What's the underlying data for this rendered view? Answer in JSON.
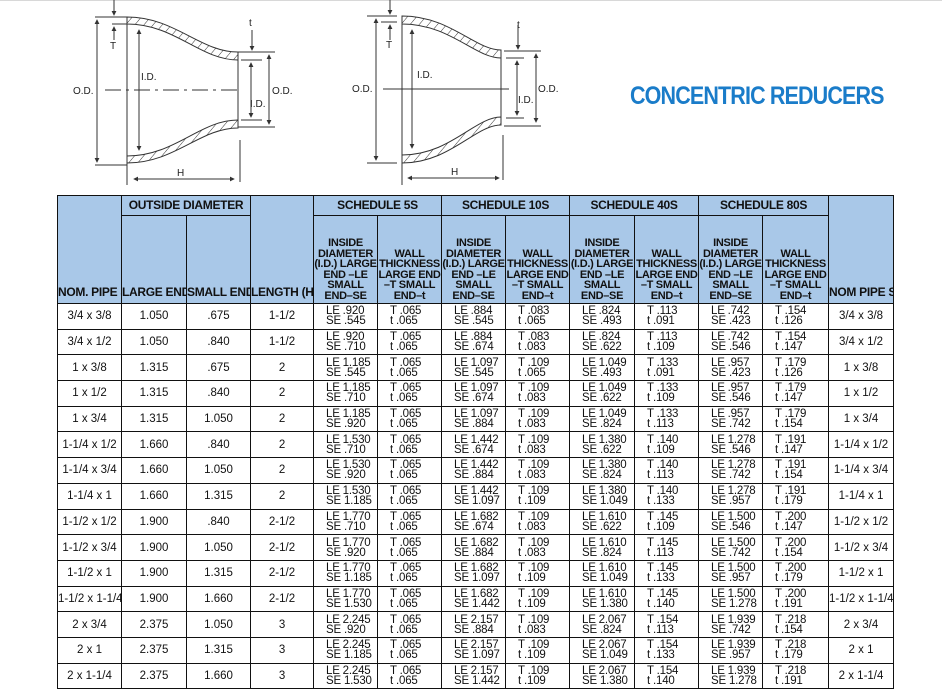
{
  "title": "CONCENTRIC REDUCERS",
  "title_color": "#1a7cc9",
  "header_color": "#a9c8e8",
  "diagram_labels": {
    "od": "O.D.",
    "id": "I.D.",
    "T": "T",
    "t": "t",
    "H": "H"
  },
  "headers": {
    "nom_pipe_size": "NOM. PIPE SIZE",
    "outside_diameter": "OUTSIDE DIAMETER",
    "large_end": "LARGE END (O.D.)",
    "small_end": "SMALL END (O.D.)",
    "length": "LENGTH (H)",
    "schedules": [
      "SCHEDULE 5S",
      "SCHEDULE 10S",
      "SCHEDULE 40S",
      "SCHEDULE 80S"
    ],
    "inside_diameter": "INSIDE DIAMETER (I.D.) LARGE END –LE SMALL END–SE",
    "wall_thickness": "WALL THICKNESS LARGE END –T SMALL END–t",
    "nom_pipe_size_right": "NOM PIPE SIZE"
  },
  "rows": [
    {
      "size": "3/4 x 3/8",
      "large": "1.050",
      "small": ".675",
      "length": "1-1/2",
      "s5": [
        "LE .920",
        "SE .545",
        "T .065",
        "t .065"
      ],
      "s10": [
        "LE .884",
        "SE .545",
        "T .083",
        "t .065"
      ],
      "s40": [
        "LE .824",
        "SE .493",
        "T .113",
        "t .091"
      ],
      "s80": [
        "LE .742",
        "SE .423",
        "T .154",
        "t .126"
      ]
    },
    {
      "size": "3/4 x 1/2",
      "large": "1.050",
      "small": ".840",
      "length": "1-1/2",
      "s5": [
        "LE .920",
        "SE .710",
        "T .065",
        "t .065"
      ],
      "s10": [
        "LE .884",
        "SE .674",
        "T .083",
        "t .083"
      ],
      "s40": [
        "LE .824",
        "SE .622",
        "T .113",
        "t .109"
      ],
      "s80": [
        "LE .742",
        "SE .546",
        "T .154",
        "t .147"
      ]
    },
    {
      "size": "1 x 3/8",
      "large": "1.315",
      "small": ".675",
      "length": "2",
      "s5": [
        "LE 1.185",
        "SE .545",
        "T .065",
        "t .065"
      ],
      "s10": [
        "LE 1.097",
        "SE .545",
        "T .109",
        "t .065"
      ],
      "s40": [
        "LE 1.049",
        "SE .493",
        "T .133",
        "t .091"
      ],
      "s80": [
        "LE .957",
        "SE .423",
        "T .179",
        "t .126"
      ]
    },
    {
      "size": "1 x 1/2",
      "large": "1.315",
      "small": ".840",
      "length": "2",
      "s5": [
        "LE 1.185",
        "SE .710",
        "T .065",
        "t .065"
      ],
      "s10": [
        "LE 1.097",
        "SE .674",
        "T .109",
        "t .083"
      ],
      "s40": [
        "LE 1.049",
        "SE .622",
        "T .133",
        "t .109"
      ],
      "s80": [
        "LE .957",
        "SE .546",
        "T .179",
        "t .147"
      ]
    },
    {
      "size": "1 x 3/4",
      "large": "1.315",
      "small": "1.050",
      "length": "2",
      "s5": [
        "LE 1.185",
        "SE .920",
        "T .065",
        "t .065"
      ],
      "s10": [
        "LE 1.097",
        "SE .884",
        "T .109",
        "t .083"
      ],
      "s40": [
        "LE 1.049",
        "SE .824",
        "T .133",
        "t .113"
      ],
      "s80": [
        "LE .957",
        "SE .742",
        "T .179",
        "t .154"
      ]
    },
    {
      "size": "1-1/4 x 1/2",
      "large": "1.660",
      "small": ".840",
      "length": "2",
      "s5": [
        "LE 1.530",
        "SE .710",
        "T .065",
        "t .065"
      ],
      "s10": [
        "LE 1.442",
        "SE .674",
        "T .109",
        "t .083"
      ],
      "s40": [
        "LE 1.380",
        "SE .622",
        "T .140",
        "t .109"
      ],
      "s80": [
        "LE 1.278",
        "SE .546",
        "T .191",
        "t .147"
      ]
    },
    {
      "size": "1-1/4 x 3/4",
      "large": "1.660",
      "small": "1.050",
      "length": "2",
      "s5": [
        "LE 1.530",
        "SE .920",
        "T .065",
        "t .065"
      ],
      "s10": [
        "LE 1.442",
        "SE .884",
        "T .109",
        "t .083"
      ],
      "s40": [
        "LE 1.380",
        "SE .824",
        "T .140",
        "t .113"
      ],
      "s80": [
        "LE 1.278",
        "SE .742",
        "T .191",
        "t .154"
      ]
    },
    {
      "size": "1-1/4 x 1",
      "large": "1.660",
      "small": "1.315",
      "length": "2",
      "s5": [
        "LE 1.530",
        "SE 1.185",
        "T .065",
        "t .065"
      ],
      "s10": [
        "LE 1.442",
        "SE 1.097",
        "T .109",
        "t .109"
      ],
      "s40": [
        "LE 1.380",
        "SE 1.049",
        "T .140",
        "t .133"
      ],
      "s80": [
        "LE 1.278",
        "SE .957",
        "T .191",
        "t .179"
      ]
    },
    {
      "size": "1-1/2 x 1/2",
      "large": "1.900",
      "small": ".840",
      "length": "2-1/2",
      "s5": [
        "LE 1.770",
        "SE .710",
        "T .065",
        "t .065"
      ],
      "s10": [
        "LE 1.682",
        "SE .674",
        "T .109",
        "t .083"
      ],
      "s40": [
        "LE 1.610",
        "SE .622",
        "T .145",
        "t .109"
      ],
      "s80": [
        "LE 1.500",
        "SE .546",
        "T .200",
        "t .147"
      ]
    },
    {
      "size": "1-1/2 x 3/4",
      "large": "1.900",
      "small": "1.050",
      "length": "2-1/2",
      "s5": [
        "LE 1.770",
        "SE .920",
        "T .065",
        "t .065"
      ],
      "s10": [
        "LE 1.682",
        "SE .884",
        "T .109",
        "t .083"
      ],
      "s40": [
        "LE 1.610",
        "SE .824",
        "T .145",
        "t .113"
      ],
      "s80": [
        "LE 1.500",
        "SE .742",
        "T .200",
        "t .154"
      ]
    },
    {
      "size": "1-1/2 x 1",
      "large": "1.900",
      "small": "1.315",
      "length": "2-1/2",
      "s5": [
        "LE 1.770",
        "SE 1.185",
        "T .065",
        "t .065"
      ],
      "s10": [
        "LE 1.682",
        "SE 1.097",
        "T .109",
        "t .109"
      ],
      "s40": [
        "LE 1.610",
        "SE 1.049",
        "T .145",
        "t .133"
      ],
      "s80": [
        "LE 1.500",
        "SE .957",
        "T .200",
        "t .179"
      ]
    },
    {
      "size": "1-1/2 x 1-1/4",
      "large": "1.900",
      "small": "1.660",
      "length": "2-1/2",
      "s5": [
        "LE 1.770",
        "SE 1.530",
        "T .065",
        "t .065"
      ],
      "s10": [
        "LE 1.682",
        "SE 1.442",
        "T .109",
        "t .109"
      ],
      "s40": [
        "LE 1.610",
        "SE 1.380",
        "T .145",
        "t .140"
      ],
      "s80": [
        "LE 1.500",
        "SE 1.278",
        "T .200",
        "t .191"
      ]
    },
    {
      "size": "2 x 3/4",
      "large": "2.375",
      "small": "1.050",
      "length": "3",
      "s5": [
        "LE 2.245",
        "SE .920",
        "T .065",
        "t .065"
      ],
      "s10": [
        "LE 2.157",
        "SE .884",
        "T .109",
        "t .083"
      ],
      "s40": [
        "LE 2.067",
        "SE .824",
        "T .154",
        "t .113"
      ],
      "s80": [
        "LE 1.939",
        "SE .742",
        "T .218",
        "t .154"
      ]
    },
    {
      "size": "2 x 1",
      "large": "2.375",
      "small": "1.315",
      "length": "3",
      "s5": [
        "LE 2.245",
        "SE 1.185",
        "T .065",
        "t .065"
      ],
      "s10": [
        "LE 2.157",
        "SE 1.097",
        "T .109",
        "t .109"
      ],
      "s40": [
        "LE 2.067",
        "SE 1.049",
        "T .154",
        "t .133"
      ],
      "s80": [
        "LE 1.939",
        "SE .957",
        "T .218",
        "t .179"
      ]
    },
    {
      "size": "2 x 1-1/4",
      "large": "2.375",
      "small": "1.660",
      "length": "3",
      "s5": [
        "LE 2.245",
        "SE 1.530",
        "T .065",
        "t .065"
      ],
      "s10": [
        "LE 2.157",
        "SE 1.442",
        "T .109",
        "t .109"
      ],
      "s40": [
        "LE 2.067",
        "SE 1.380",
        "T .154",
        "t .140"
      ],
      "s80": [
        "LE 1.939",
        "SE 1.278",
        "T .218",
        "t .191"
      ]
    }
  ]
}
